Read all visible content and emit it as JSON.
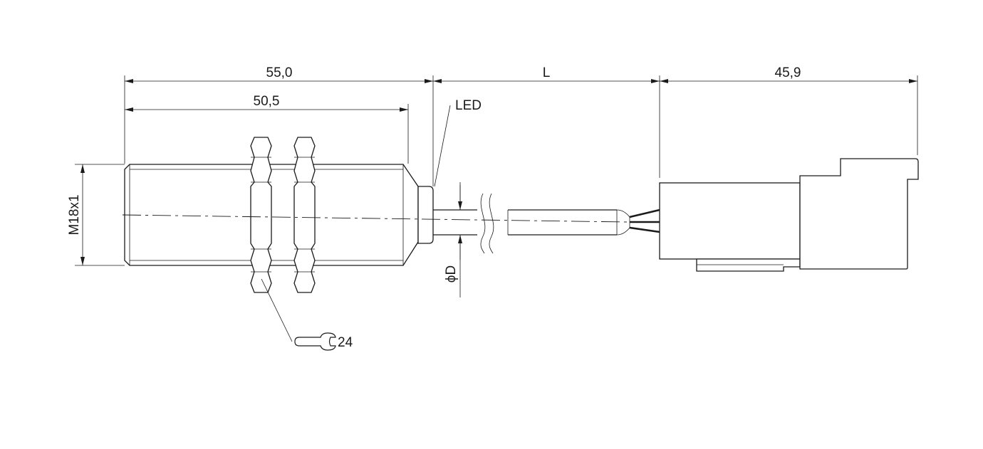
{
  "dimensions": {
    "overall_length": "55,0",
    "thread_length": "50,5",
    "cable_length": "L",
    "connector_length": "45,9",
    "thread_size": "M18x1",
    "cable_diameter": "ϕD",
    "wrench_size": "24"
  },
  "callouts": {
    "led": "LED"
  },
  "icons": {
    "wrench": "wrench-icon"
  }
}
